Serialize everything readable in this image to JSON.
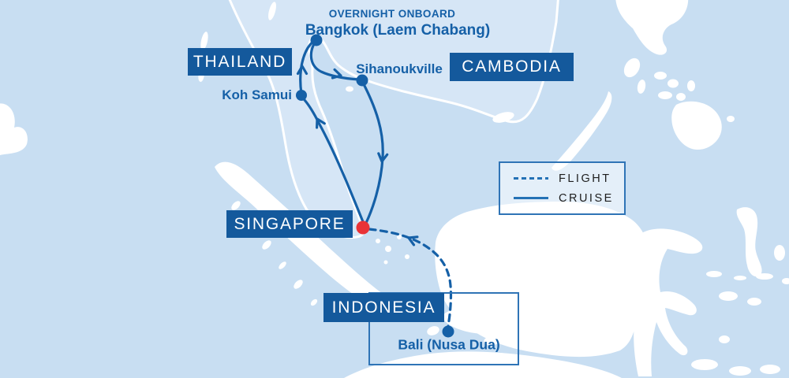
{
  "title": "Southeast Asia cruise and flight itinerary map",
  "labels": {
    "overnight": "OVERNIGHT ONBOARD",
    "bangkok": "Bangkok (Laem Chabang)",
    "sihanoukville": "Sihanoukville",
    "koh_samui": "Koh Samui",
    "bali": "Bali (Nusa Dua)"
  },
  "countries": {
    "thailand": "THAILAND",
    "cambodia": "CAMBODIA",
    "singapore": "SINGAPORE",
    "indonesia": "INDONESIA"
  },
  "legend": {
    "flight": "FLIGHT",
    "cruise": "CRUISE"
  },
  "ports": [
    {
      "name": "Singapore",
      "marker": "red-dot"
    },
    {
      "name": "Koh Samui",
      "marker": "blue-dot"
    },
    {
      "name": "Bangkok (Laem Chabang)",
      "marker": "blue-dot",
      "note": "OVERNIGHT ONBOARD"
    },
    {
      "name": "Sihanoukville",
      "marker": "blue-dot"
    },
    {
      "name": "Bali (Nusa Dua)",
      "marker": "blue-dot"
    }
  ],
  "itinerary": {
    "flight_segments": [
      {
        "from": "Bali (Nusa Dua)",
        "to": "Singapore",
        "style": "dashed"
      }
    ],
    "cruise_segments": [
      {
        "from": "Singapore",
        "to": "Koh Samui",
        "style": "solid"
      },
      {
        "from": "Koh Samui",
        "to": "Bangkok (Laem Chabang)",
        "style": "solid"
      },
      {
        "from": "Bangkok (Laem Chabang)",
        "to": "Sihanoukville",
        "style": "solid"
      },
      {
        "from": "Sihanoukville",
        "to": "Singapore",
        "style": "solid"
      }
    ]
  },
  "colors": {
    "sea": "#c8def2",
    "mainland": "#d6e6f6",
    "island": "#ffffff",
    "route_blue": "#1560a7",
    "label_box_blue": "#14599c",
    "marker_red": "#e93338",
    "legend_border": "#2f74b6",
    "legend_text": "#1e1e1e"
  }
}
